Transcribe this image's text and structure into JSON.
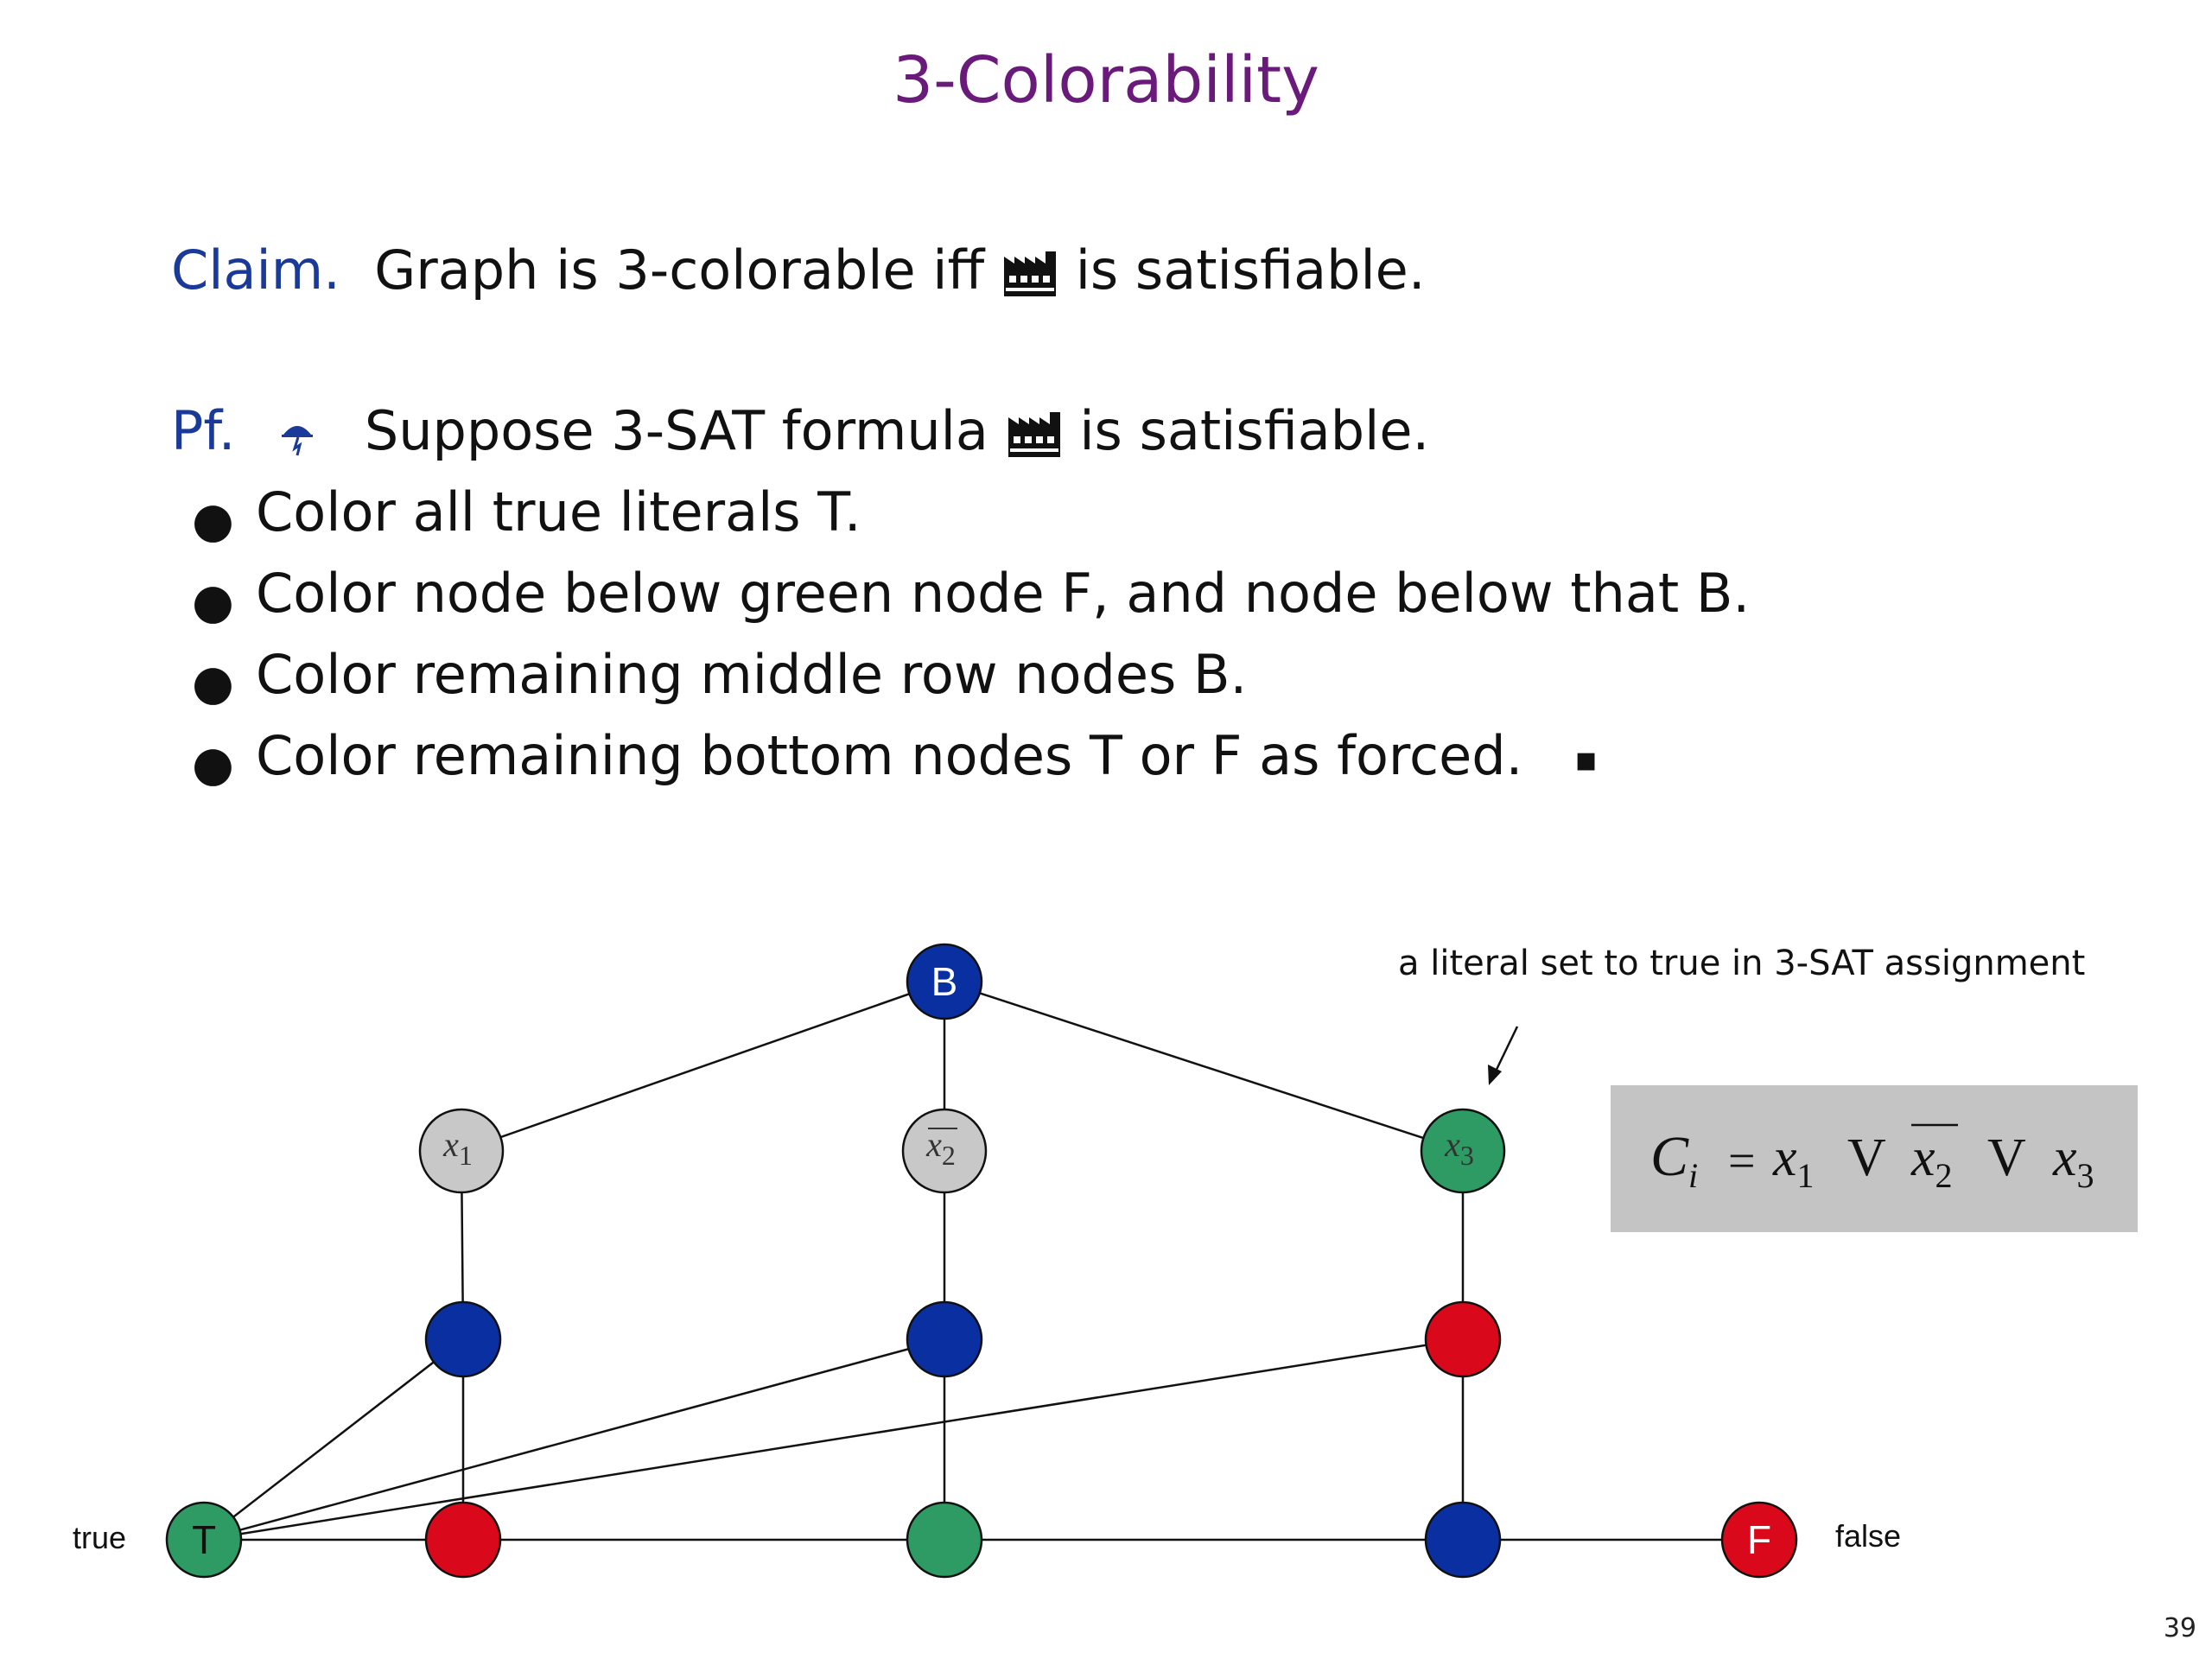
{
  "slide": {
    "title": "3-Colorability",
    "page_number": "39"
  },
  "claim": {
    "lead": "Claim.",
    "text_before": "Graph is 3-colorable iff",
    "text_after": "is satisfiable."
  },
  "proof": {
    "lead": "Pf.",
    "text_before": "Suppose 3-SAT formula",
    "text_after": "is satisfiable.",
    "end_mark": "▪"
  },
  "bullets": [
    "Color all true literals T.",
    "Color node below green node F, and node below that B.",
    "Color remaining middle row nodes B.",
    "Color remaining bottom nodes T or F as forced."
  ],
  "diagram": {
    "annotation": "a literal set to true in 3-SAT assignment",
    "label_true": "true",
    "label_false": "false",
    "node_B": "B",
    "node_T": "T",
    "node_F": "F",
    "literal_var": "x",
    "literal_subs": [
      "1",
      "2",
      "3"
    ],
    "clause": {
      "lhs": "C",
      "lhs_sub": "i",
      "eq": "=",
      "terms": [
        "x",
        "x",
        "x"
      ],
      "term_subs": [
        "1",
        "2",
        "3"
      ],
      "ops": [
        "V",
        "V"
      ]
    }
  },
  "colors": {
    "title": "#6a1a7a",
    "lead": "#1a3a9a",
    "blue": "#0a2fa0",
    "red": "#d9091b",
    "green": "#2e9a64",
    "gray": "#c8c8c8",
    "clause_box": "#c4c4c4"
  }
}
